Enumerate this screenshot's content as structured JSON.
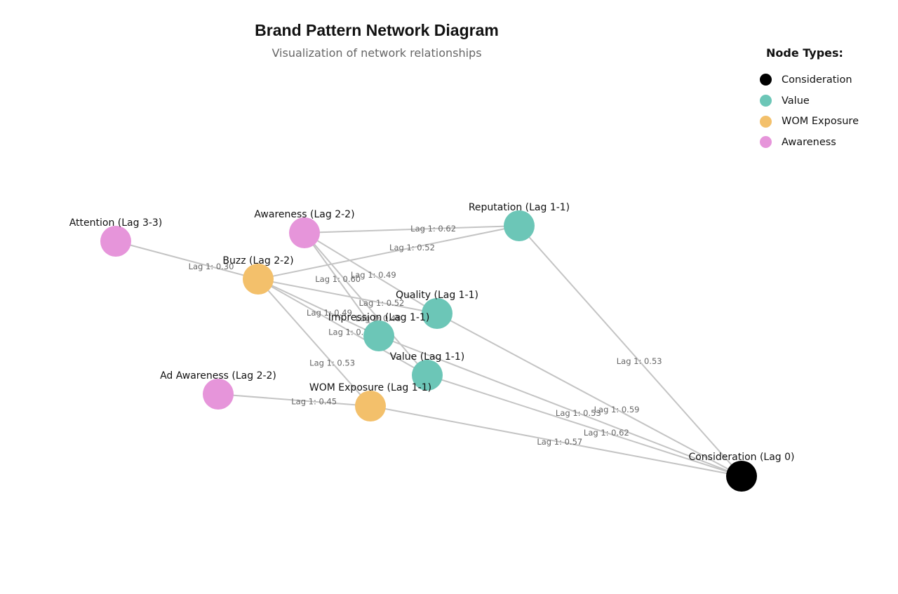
{
  "title": "Brand Pattern Network Diagram",
  "subtitle": "Visualization of network relationships",
  "legend": {
    "title": "Node Types:",
    "items": [
      {
        "label": "Consideration",
        "color": "#000000"
      },
      {
        "label": "Value",
        "color": "#6cc6b7"
      },
      {
        "label": "WOM Exposure",
        "color": "#f3c06b"
      },
      {
        "label": "Awareness",
        "color": "#e695da"
      }
    ]
  },
  "colors": {
    "Consideration": "#000000",
    "Value": "#6cc6b7",
    "WOM Exposure": "#f3c06b",
    "Awareness": "#e695da",
    "edge": "#c4c4c4"
  },
  "network": {
    "nodes": [
      {
        "id": "attention",
        "label": "Attention (Lag 3-3)",
        "type": "Awareness"
      },
      {
        "id": "awareness",
        "label": "Awareness (Lag 2-2)",
        "type": "Awareness"
      },
      {
        "id": "reputation",
        "label": "Reputation (Lag 1-1)",
        "type": "Value"
      },
      {
        "id": "buzz",
        "label": "Buzz (Lag 2-2)",
        "type": "WOM Exposure"
      },
      {
        "id": "quality",
        "label": "Quality (Lag 1-1)",
        "type": "Value"
      },
      {
        "id": "impression",
        "label": "Impression (Lag 1-1)",
        "type": "Value"
      },
      {
        "id": "value",
        "label": "Value (Lag 1-1)",
        "type": "Value"
      },
      {
        "id": "adawareness",
        "label": "Ad Awareness (Lag 2-2)",
        "type": "Awareness"
      },
      {
        "id": "wom",
        "label": "WOM Exposure (Lag 1-1)",
        "type": "WOM Exposure"
      },
      {
        "id": "consideration",
        "label": "Consideration (Lag 0)",
        "type": "Consideration"
      }
    ],
    "edges": [
      {
        "source": "attention",
        "target": "buzz",
        "label": "Lag 1: 0.30"
      },
      {
        "source": "awareness",
        "target": "reputation",
        "label": "Lag 1: 0.62"
      },
      {
        "source": "buzz",
        "target": "reputation",
        "label": "Lag 1: 0.52"
      },
      {
        "source": "awareness",
        "target": "quality",
        "label": "Lag 1: 0.49"
      },
      {
        "source": "awareness",
        "target": "impression",
        "label": "Lag 1: 0.60"
      },
      {
        "source": "buzz",
        "target": "quality",
        "label": "Lag 1: 0.52"
      },
      {
        "source": "awareness",
        "target": "value",
        "label": "Lag 1: 0.48"
      },
      {
        "source": "buzz",
        "target": "impression",
        "label": "Lag 1: 0.49"
      },
      {
        "source": "buzz",
        "target": "value",
        "label": "Lag 1: 0.53"
      },
      {
        "source": "buzz",
        "target": "wom",
        "label": "Lag 1: 0.53"
      },
      {
        "source": "adawareness",
        "target": "wom",
        "label": "Lag 1: 0.45"
      },
      {
        "source": "reputation",
        "target": "consideration",
        "label": "Lag 1: 0.53"
      },
      {
        "source": "quality",
        "target": "consideration",
        "label": "Lag 1: 0.59"
      },
      {
        "source": "impression",
        "target": "consideration",
        "label": "Lag 1: 0.53"
      },
      {
        "source": "value",
        "target": "consideration",
        "label": "Lag 1: 0.62"
      },
      {
        "source": "wom",
        "target": "consideration",
        "label": "Lag 1: 0.57"
      }
    ]
  }
}
